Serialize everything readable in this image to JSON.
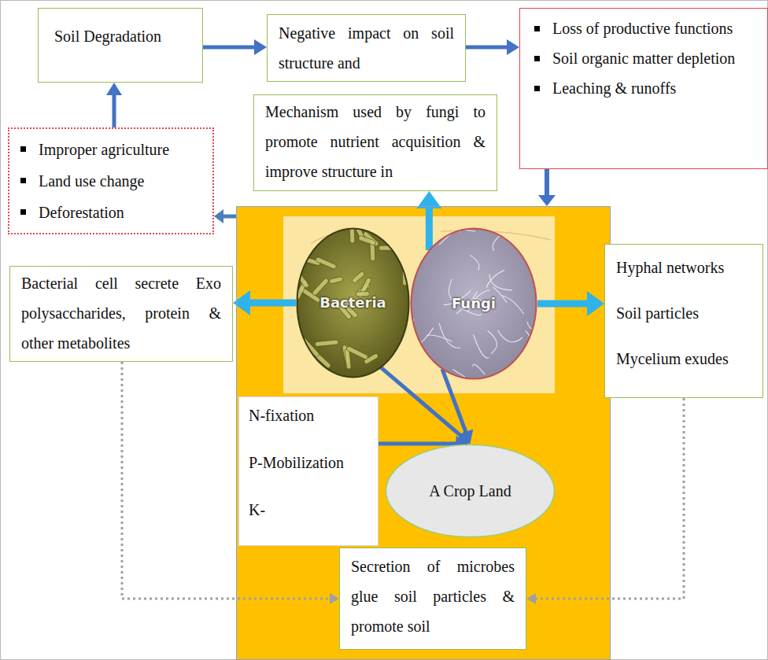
{
  "diagram": {
    "nodes": [
      {
        "text": [
          "Soil Degradation"
        ]
      },
      {
        "text": [
          "Negative impact on soil structure and"
        ]
      },
      {
        "text": [
          "Loss of productive functions",
          "Soil organic matter depletion",
          "Leaching & runoffs"
        ]
      },
      {
        "text": [
          "Improper agriculture",
          "Land use change",
          "Deforestation"
        ]
      },
      {
        "text": [
          "Mechanism used by fungi to promote nutrient acquisition & improve structure in"
        ]
      },
      {
        "text": []
      },
      {
        "text": [
          "Bacteria"
        ],
        "in": 5
      },
      {
        "text": [
          "Fungi"
        ],
        "in": 5
      },
      {
        "text": [
          "Bacterial cell secrete Exo polysaccharides, protein & other metabolites"
        ]
      },
      {
        "text": [
          "Hyphal networks",
          "Soil particles",
          "Mycelium exudes"
        ]
      },
      {
        "text": [
          "N-fixation",
          "P-Mobilization",
          "K-"
        ],
        "in": 5
      },
      {
        "text": [
          "A Crop Land"
        ],
        "in": 5
      },
      {
        "text": [
          "Secretion of microbes glue soil particles & promote soil"
        ],
        "in": 5
      }
    ],
    "edges": [
      {
        "from": 3,
        "to": 0,
        "arrow": "to"
      },
      {
        "from": 0,
        "to": 1,
        "arrow": "to"
      },
      {
        "from": 1,
        "to": 2,
        "arrow": "to"
      },
      {
        "from": 2,
        "to": 5,
        "arrow": "to"
      },
      {
        "from": 5,
        "to": 3,
        "arrow": "to"
      },
      {
        "from": 7,
        "to": 4,
        "arrow": "to"
      },
      {
        "from": 6,
        "to": 8,
        "arrow": "to"
      },
      {
        "from": 7,
        "to": 9,
        "arrow": "to"
      },
      {
        "from": 6,
        "to": 11,
        "arrow": "to"
      },
      {
        "from": 7,
        "to": 11,
        "arrow": "to"
      },
      {
        "from": 10,
        "to": 11,
        "arrow": "to"
      },
      {
        "from": 8,
        "to": 12,
        "arrow": "to"
      },
      {
        "from": 9,
        "to": 12,
        "arrow": "to"
      }
    ]
  }
}
